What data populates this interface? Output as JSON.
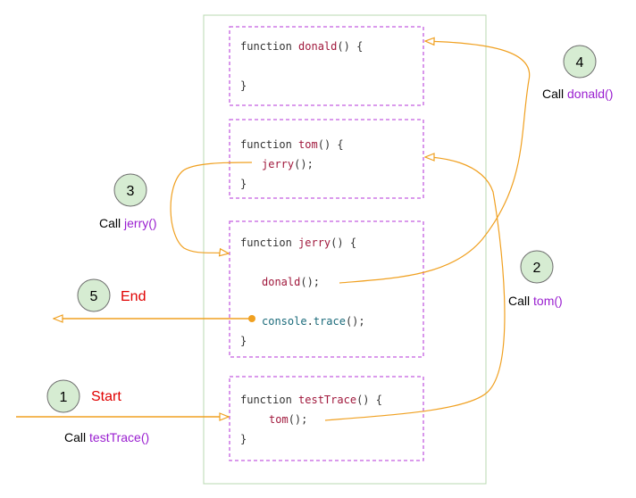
{
  "colors": {
    "outer_border": "#b8d8b0",
    "function_box_border": "#c45ee0",
    "arrow": "#f0a020",
    "keyword": "#333333",
    "func_name": "#a0183c",
    "console": "#1a6a7a",
    "call_word": "#000000",
    "call_func": "#9a1fd0",
    "start_end": "#e00000",
    "circle_fill": "#d6ecd2",
    "circle_stroke": "#6e6e6e"
  },
  "functions": {
    "donald": {
      "line1": {
        "keyword": "function ",
        "name": "donald",
        "rest": "()  {"
      },
      "line3": "}"
    },
    "tom": {
      "line1": {
        "keyword": "function ",
        "name": "tom",
        "rest": "() {"
      },
      "line2": {
        "name": "jerry",
        "rest": "();"
      },
      "line3": "}"
    },
    "jerry": {
      "line1": {
        "keyword": "function ",
        "name": "jerry",
        "rest": "()  {"
      },
      "line2": {
        "name": "donald",
        "rest": "();"
      },
      "line3": {
        "obj": "console",
        "dot": ".",
        "method": "trace",
        "rest": "();"
      },
      "line4": "}"
    },
    "testTrace": {
      "line1": {
        "keyword": "function ",
        "name": "testTrace",
        "rest": "() {"
      },
      "line2": {
        "name": "tom",
        "rest": "();"
      },
      "line3": "}"
    }
  },
  "steps": [
    {
      "number": "1",
      "caption": "Start",
      "call_word": "Call ",
      "call_func": "testTrace()"
    },
    {
      "number": "2",
      "call_word": "Call ",
      "call_func": "tom()"
    },
    {
      "number": "3",
      "call_word": "Call ",
      "call_func": "jerry()"
    },
    {
      "number": "4",
      "call_word": "Call ",
      "call_func": "donald()"
    },
    {
      "number": "5",
      "caption": "End"
    }
  ]
}
